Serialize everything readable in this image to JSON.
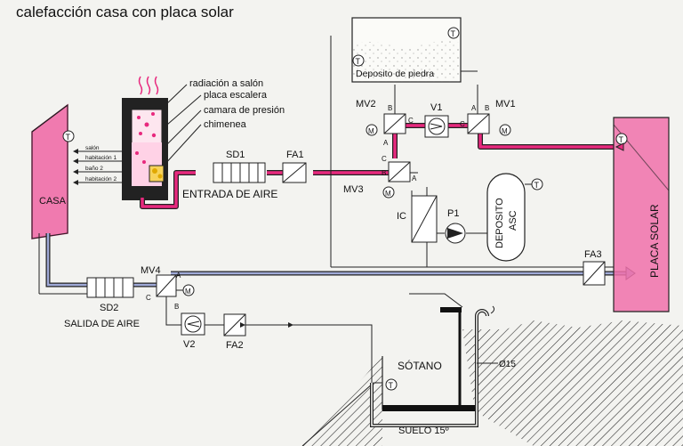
{
  "title": "calefacción casa con placa solar",
  "labels": {
    "casa": "CASA",
    "placa_solar": "PLACA SOLAR",
    "deposito_piedra": "Deposito de piedra",
    "deposito_asc_line1": "DEPOSITO",
    "deposito_asc_line2": "ASC",
    "entrada_aire": "ENTRADA DE AIRE",
    "salida_aire": "SALIDA DE AIRE",
    "sotano": "SÓTANO",
    "suelo": "SUELO 15º",
    "diametro": "Ø15",
    "ic": "IC"
  },
  "chimney_callouts": [
    "radiación a salón",
    "placa escalera",
    "camara de presión",
    "chimenea"
  ],
  "house_outlets": [
    "salón",
    "habitación 1",
    "baño 2",
    "habitación 2"
  ],
  "components": {
    "sd1": "SD1",
    "sd2": "SD2",
    "fa1": "FA1",
    "fa2": "FA2",
    "fa3": "FA3",
    "v1": "V1",
    "v2": "V2",
    "mv1": "MV1",
    "mv2": "MV2",
    "mv3": "MV3",
    "mv4": "MV4",
    "p1": "P1"
  },
  "port_letters": {
    "a": "A",
    "b": "B",
    "c": "C"
  },
  "symbols": {
    "thermometer": "T",
    "motor": "M"
  },
  "colors": {
    "hot_air": "#e8297e",
    "cool_air": "#a0aad8",
    "hot_fill": "#ff4da0",
    "ink": "#111111"
  }
}
